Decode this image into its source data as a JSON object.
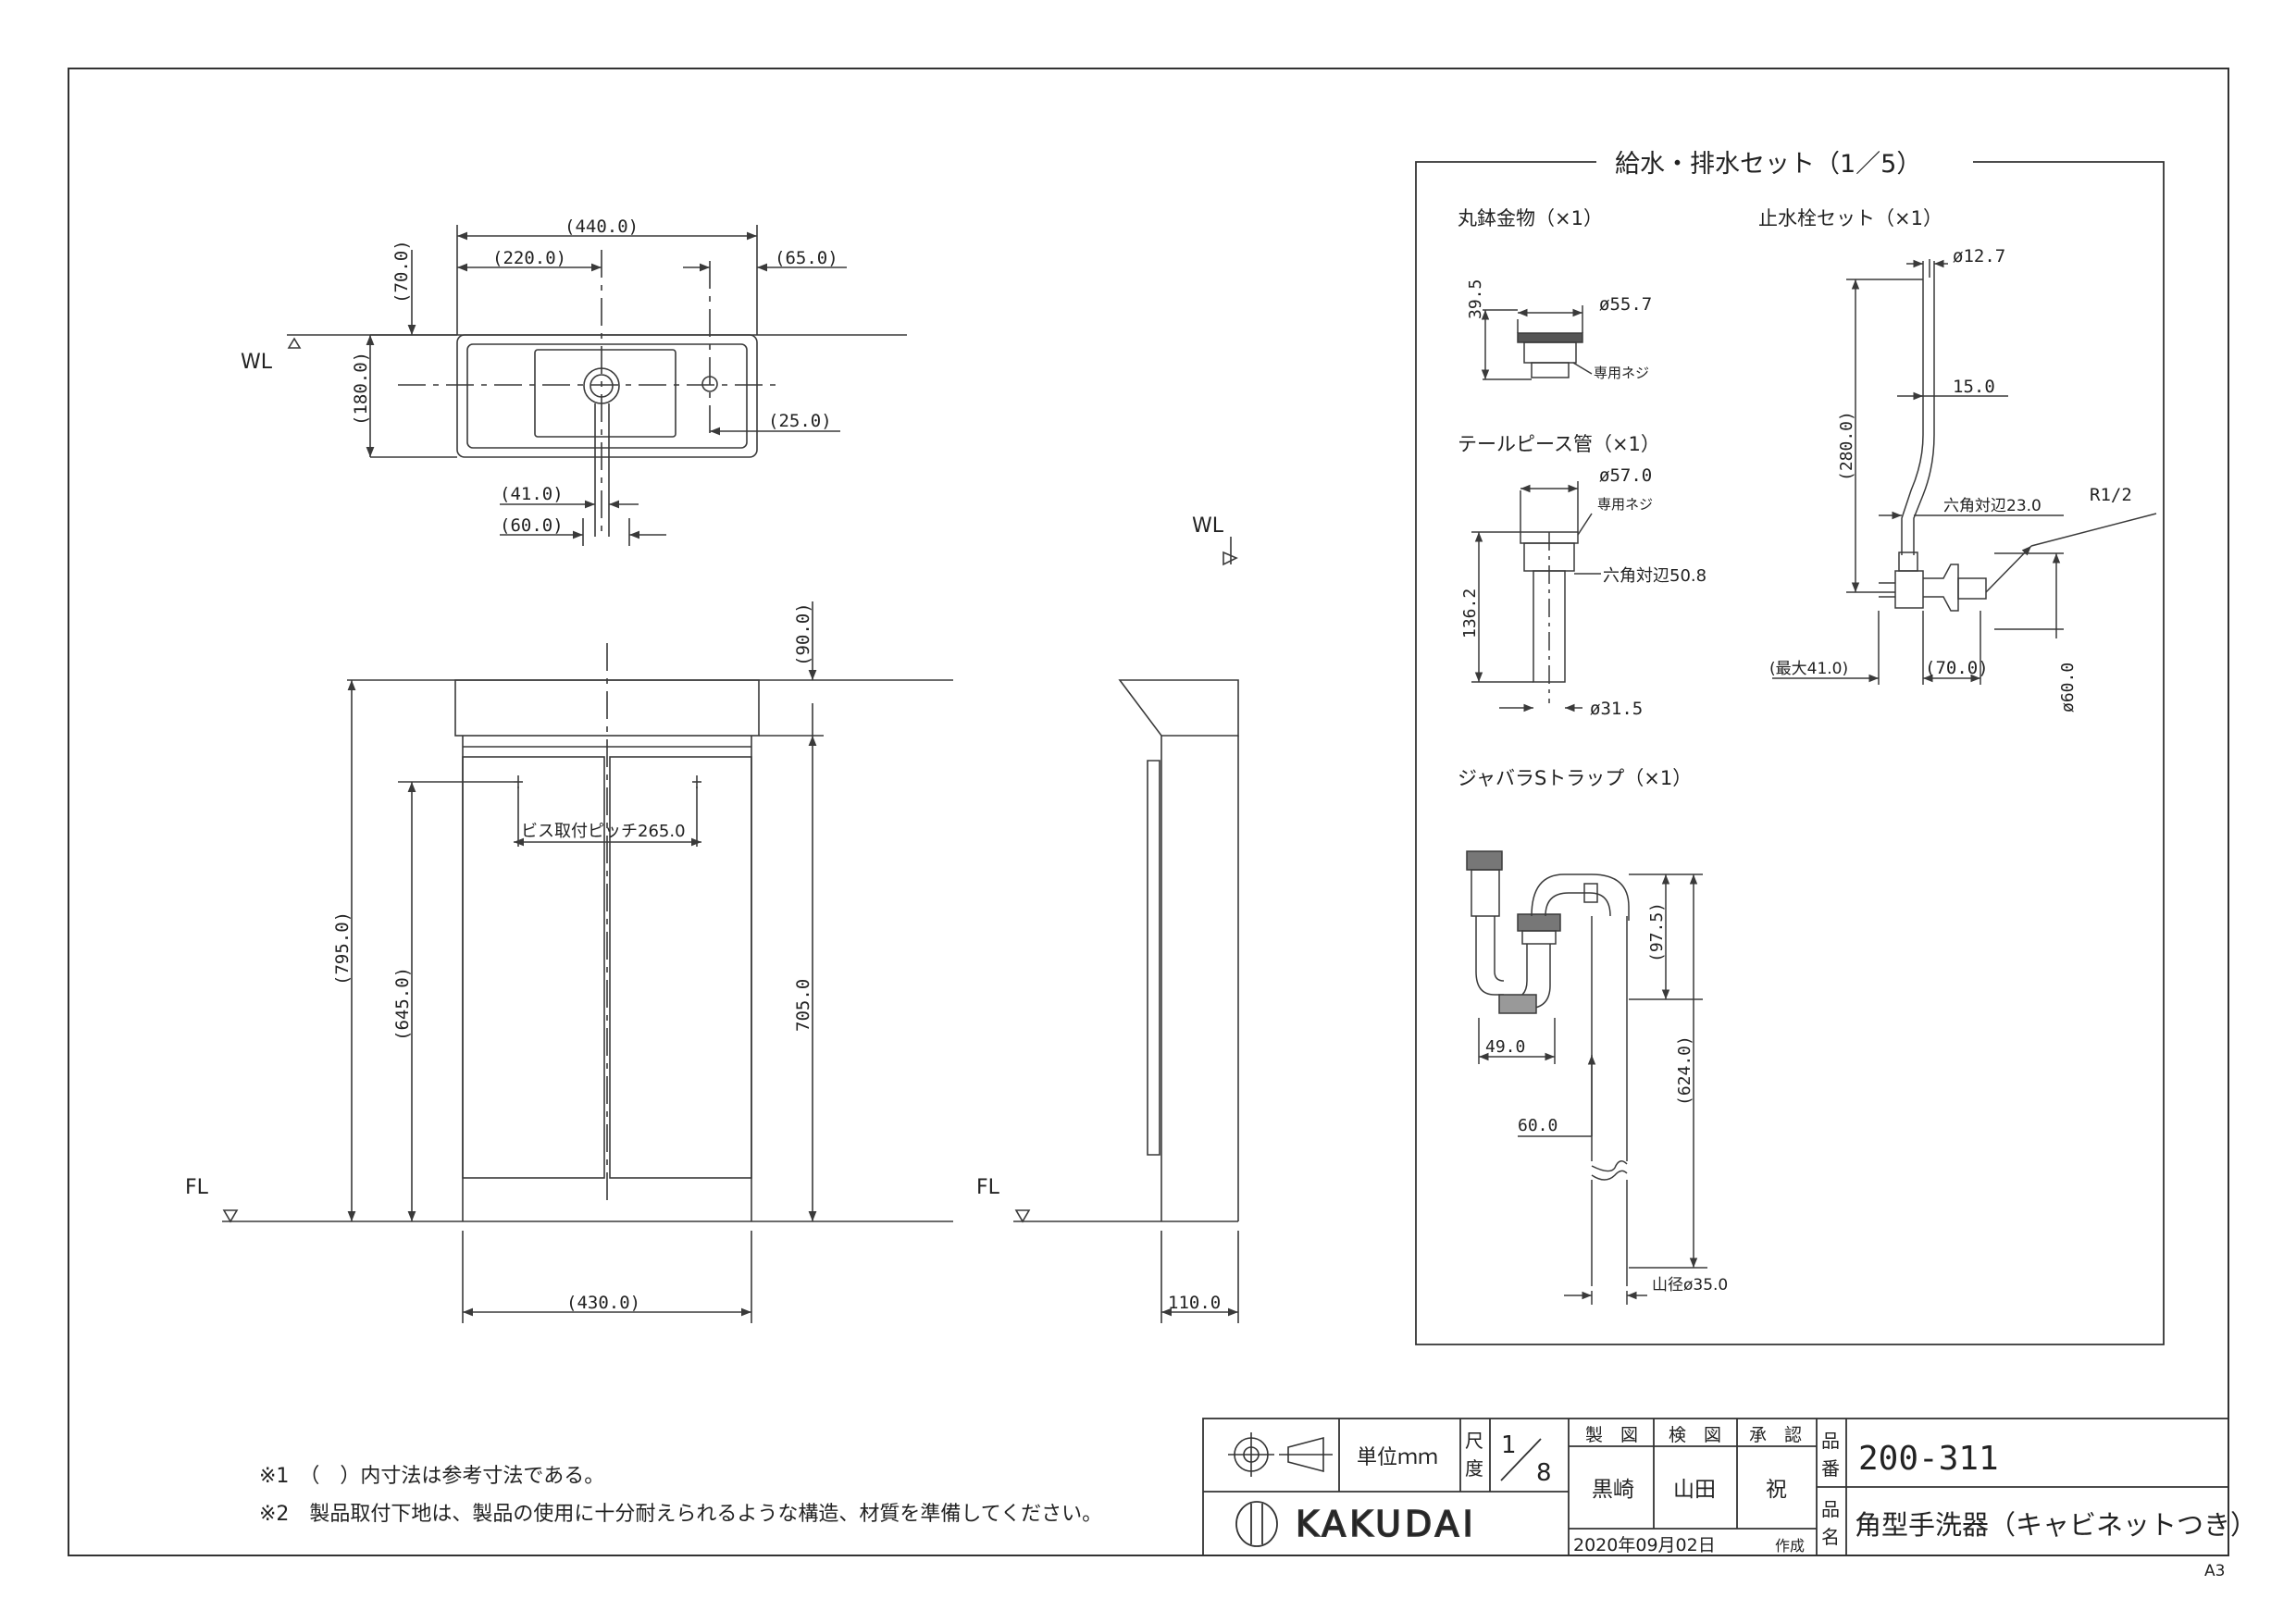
{
  "colors": {
    "ink": "#222222",
    "line": "#3a3a3a",
    "paper": "#ffffff"
  },
  "labels": {
    "wl": "WL",
    "fl": "FL",
    "sheet_size": "A3"
  },
  "plan": {
    "d440": "(440.0)",
    "d220": "(220.0)",
    "d65": "(65.0)",
    "d70": "(70.0)",
    "d180": "(180.0)",
    "d25": "(25.0)",
    "d41": "(41.0)",
    "d60": "(60.0)"
  },
  "front": {
    "d90": "(90.0)",
    "d795": "(795.0)",
    "d645": "(645.0)",
    "d705": "705.0",
    "screw_pitch": "ビス取付ピッチ265.0",
    "d430": "(430.0)"
  },
  "side": {
    "d110": "110.0"
  },
  "parts": {
    "box_title": "給水・排水セット（1／5）",
    "drain_fitting": {
      "title": "丸鉢金物（×1）",
      "h": "39.5",
      "dia": "ø55.7",
      "thread": "専用ネジ"
    },
    "tailpiece": {
      "title": "テールピース管（×1）",
      "dia_top": "ø57.0",
      "thread": "専用ネジ",
      "hex": "六角対辺50.8",
      "h": "136.2",
      "dia_bottom": "ø31.5"
    },
    "stop_valve": {
      "title": "止水栓セット（×1）",
      "dia": "ø12.7",
      "offset": "15.0",
      "h": "(280.0)",
      "hex": "六角対辺23.0",
      "thread": "R1/2",
      "max": "(最大41.0)",
      "d70": "(70.0)",
      "d60": "ø60.0"
    },
    "trap": {
      "title": "ジャバラSトラップ（×1）",
      "d97": "(97.5)",
      "d624": "(624.0)",
      "d49": "49.0",
      "d60": "60.0",
      "dia": "山径ø35.0"
    }
  },
  "notes": [
    "※1　（　）内寸法は参考寸法である。",
    "※2　製品取付下地は、製品の使用に十分耐えられるような構造、材質を準備してください。"
  ],
  "title_block": {
    "unit_label": "単位ｍｍ",
    "scale_label_1": "尺",
    "scale_label_2": "度",
    "scale_num": "1",
    "scale_den": "8",
    "drawn_label": "製　図",
    "checked_label": "検　図",
    "approved_label": "承　認",
    "drawn_by": "黒崎",
    "checked_by": "山田",
    "approved_by": "祝",
    "item_no_label_1": "品",
    "item_no_label_2": "番",
    "item_no": "200-311",
    "item_name_label_1": "品",
    "item_name_label_2": "名",
    "item_name": "角型手洗器（キャビネットつき）",
    "company": "KAKUDAI",
    "date": "2020年09月02日",
    "created": "作成"
  }
}
